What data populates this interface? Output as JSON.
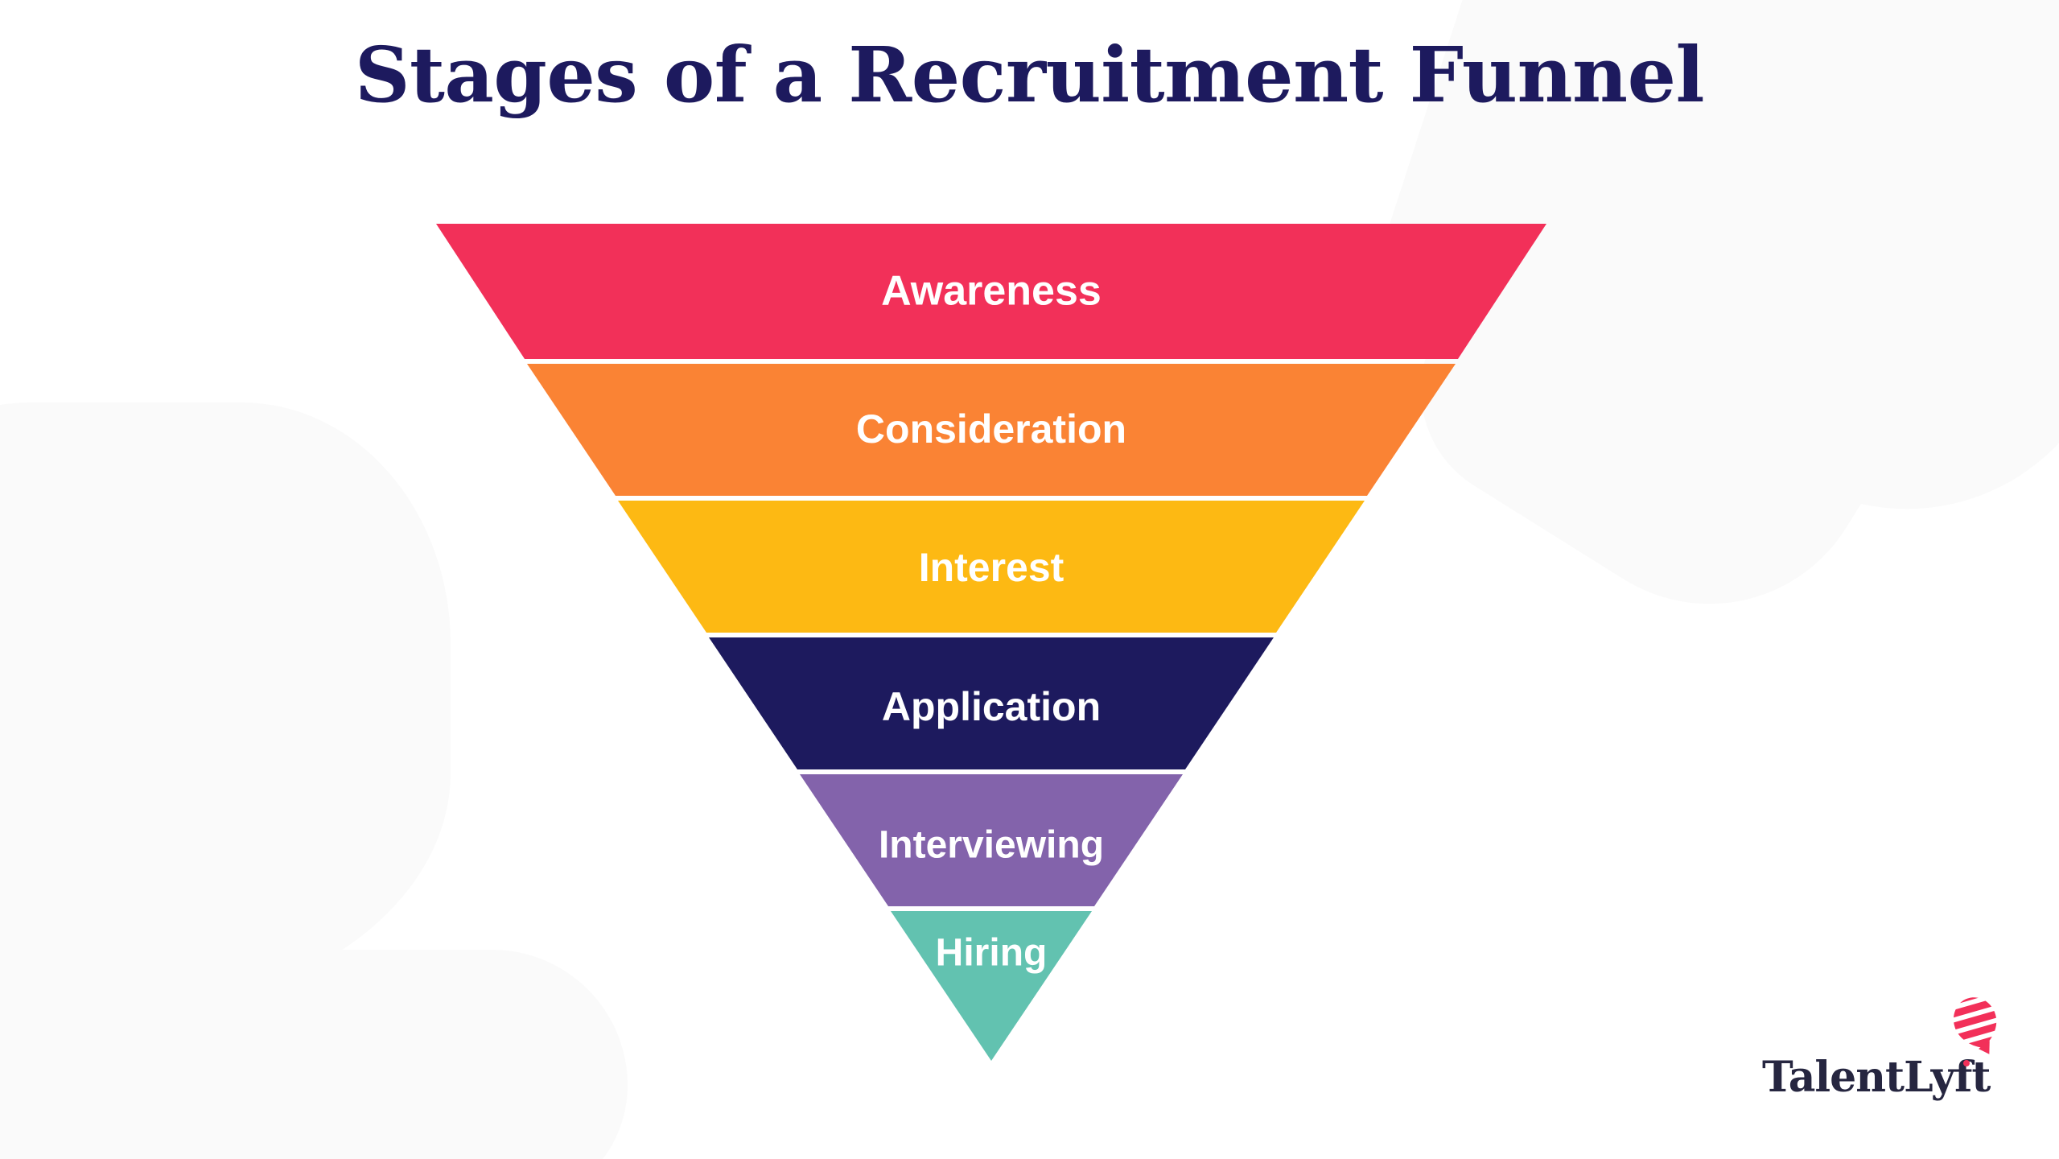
{
  "page": {
    "background_color": "#ffffff",
    "decor_color": "#fafafa"
  },
  "title": {
    "text": "Stages of a Recruitment Funnel",
    "color": "#1d1a5e"
  },
  "chart_data": {
    "type": "funnel",
    "title": "Stages of a Recruitment Funnel",
    "orientation": "inverted-vertical",
    "label_color": "#ffffff",
    "categories": [
      "Awareness",
      "Consideration",
      "Interest",
      "Application",
      "Interviewing",
      "Hiring"
    ],
    "colors": [
      "#f23059",
      "#fa8334",
      "#fdb913",
      "#1d1a5e",
      "#8363ab",
      "#62c2b0"
    ],
    "segments": [
      {
        "label": "Awareness",
        "color": "#f23059",
        "top_width_pct": 100,
        "bottom_width_pct": 84
      },
      {
        "label": "Consideration",
        "color": "#fa8334",
        "top_width_pct": 84,
        "bottom_width_pct": 68
      },
      {
        "label": "Interest",
        "color": "#fdb913",
        "top_width_pct": 68,
        "bottom_width_pct": 52
      },
      {
        "label": "Application",
        "color": "#1d1a5e",
        "top_width_pct": 52,
        "bottom_width_pct": 36
      },
      {
        "label": "Interviewing",
        "color": "#8363ab",
        "top_width_pct": 36,
        "bottom_width_pct": 20
      },
      {
        "label": "Hiring",
        "color": "#62c2b0",
        "top_width_pct": 20,
        "bottom_width_pct": 0
      }
    ],
    "xlabel": "",
    "ylabel": "",
    "legend": "none",
    "grid": false
  },
  "logo": {
    "wordmark": "TalentLyft",
    "wordmark_color": "#262640",
    "balloon_color": "#f23059",
    "icon": "hot-air-balloon-icon"
  }
}
